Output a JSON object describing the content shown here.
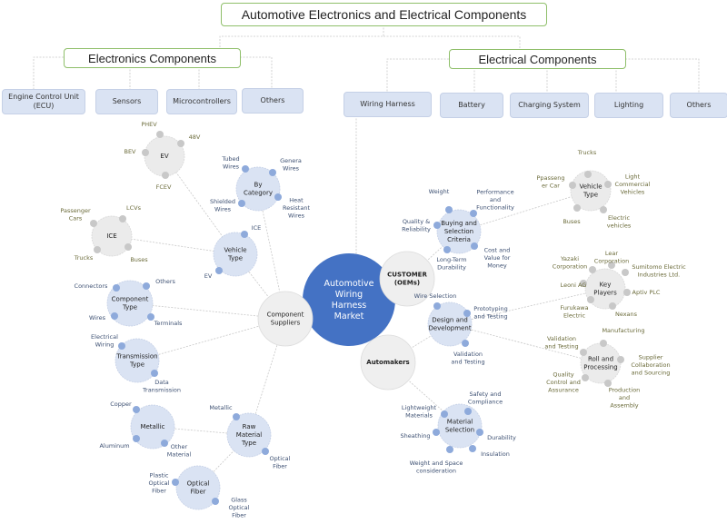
{
  "title": "Automotive Electronics and Electrical Components",
  "electronics": {
    "label": "Electronics Components",
    "items": [
      "Engine Control Unit (ECU)",
      "Sensors",
      "Microcontrollers",
      "Others"
    ]
  },
  "electrical": {
    "label": "Electrical Components",
    "items": [
      "Wiring Harness",
      "Battery",
      "Charging System",
      "Lighting",
      "Others"
    ]
  },
  "center": "Automotive Wiring Harness Market",
  "hubs": {
    "component_suppliers": "Component Suppliers",
    "customer": "CUSTOMER (OEMs)",
    "automakers": "Automakers"
  },
  "colors": {
    "center": "#4472c4",
    "hub": "#efefef",
    "blue_cluster": "#dae3f3",
    "blue_dot": "#8eaadb",
    "grey_cluster": "#ebebeb",
    "grey_dot": "#c8c8c8",
    "header_border": "#8fbf6a"
  },
  "clusters": [
    {
      "id": "ev",
      "label": "EV",
      "style": "grey",
      "items": [
        "PHEV",
        "48V",
        "BEV",
        "FCEV"
      ]
    },
    {
      "id": "by_category",
      "label": "By Category",
      "style": "blue",
      "items": [
        "Tubed Wires",
        "Genera Wires",
        "Shielded Wires",
        "Heat Resistant Wires"
      ]
    },
    {
      "id": "ice",
      "label": "ICE",
      "style": "grey",
      "items": [
        "Passenger Cars",
        "LCVs",
        "Trucks",
        "Buses"
      ]
    },
    {
      "id": "vehicle_type",
      "label": "Vehicle Type",
      "style": "blue",
      "items": [
        "ICE",
        "EV"
      ]
    },
    {
      "id": "component_type",
      "label": "Component Type",
      "style": "blue",
      "items": [
        "Connectors",
        "Others",
        "Wires",
        "Terminals"
      ]
    },
    {
      "id": "transmission_type",
      "label": "Transmission Type",
      "style": "blue",
      "items": [
        "Electrical Wiring",
        "Data Transmission"
      ]
    },
    {
      "id": "metallic",
      "label": "Metallic",
      "style": "blue",
      "items": [
        "Copper",
        "Aluminum",
        "Other Material"
      ]
    },
    {
      "id": "raw_material_type",
      "label": "Raw Material Type",
      "style": "blue",
      "items": [
        "Metallic",
        "Optical Fiber"
      ]
    },
    {
      "id": "optical_fiber",
      "label": "Optical Fiber",
      "style": "blue",
      "items": [
        "Plastic Optical Fiber",
        "Glass Optical Fiber"
      ]
    },
    {
      "id": "buying_criteria",
      "label": "Buying and Selection Criteria",
      "style": "blue",
      "items": [
        "Weight",
        "Performance and Functionality",
        "Quality & Reliability",
        "Long-Term Durability",
        "Cost and Value for Money"
      ]
    },
    {
      "id": "vehicle_type_oem",
      "label": "Vehicle Type",
      "style": "grey",
      "items": [
        "Trucks",
        "Ppasseng er Car",
        "Light Commercial Vehicles",
        "Buses",
        "Electric vehicles"
      ]
    },
    {
      "id": "key_players",
      "label": "Key Players",
      "style": "grey",
      "items": [
        "Yazaki Corporation",
        "Lear Corporation",
        "Sumitomo Electric Industries Ltd.",
        "Leoni AG",
        "Aptiv PLC",
        "Furukawa Electric",
        "Nexans"
      ]
    },
    {
      "id": "design_development",
      "label": "Design and Development",
      "style": "blue",
      "items": [
        "Wire Selection",
        "Prototyping and Testing",
        "Validation and Testing"
      ]
    },
    {
      "id": "roll_processing",
      "label": "Roll and Processing",
      "style": "grey",
      "items": [
        "Manufacturing",
        "Validation and Testing",
        "Supplier Collaboration and Sourcing",
        "Quality Control and Assurance",
        "Production and Assembly"
      ]
    },
    {
      "id": "material_selection",
      "label": "Material Selection",
      "style": "blue",
      "items": [
        "Safety and Compliance",
        "Lightweight Materials",
        "Sheathing",
        "Durability",
        "Insulation",
        "Weight and Space consideration"
      ]
    }
  ]
}
